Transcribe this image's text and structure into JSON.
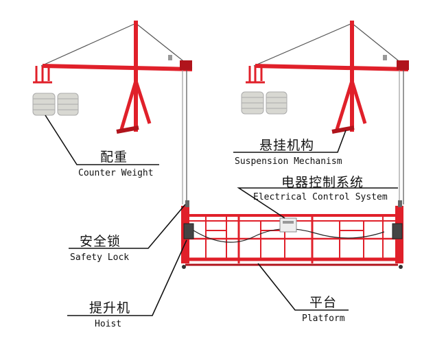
{
  "colors": {
    "frame": "#e0202a",
    "frame_dark": "#b0141c",
    "wire": "#555555",
    "leader": "#111111",
    "weight": "#d8d8d2"
  },
  "labels": {
    "counter_weight": {
      "zh": "配重",
      "en": "Counter Weight"
    },
    "suspension_mechanism": {
      "zh": "悬挂机构",
      "en": "Suspension Mechanism"
    },
    "electrical_control": {
      "zh": "电器控制系统",
      "en": "Electrical Control System"
    },
    "safety_lock": {
      "zh": "安全锁",
      "en": "Safety Lock"
    },
    "hoist": {
      "zh": "提升机",
      "en": "Hoist"
    },
    "platform": {
      "zh": "平台",
      "en": "Platform"
    }
  }
}
